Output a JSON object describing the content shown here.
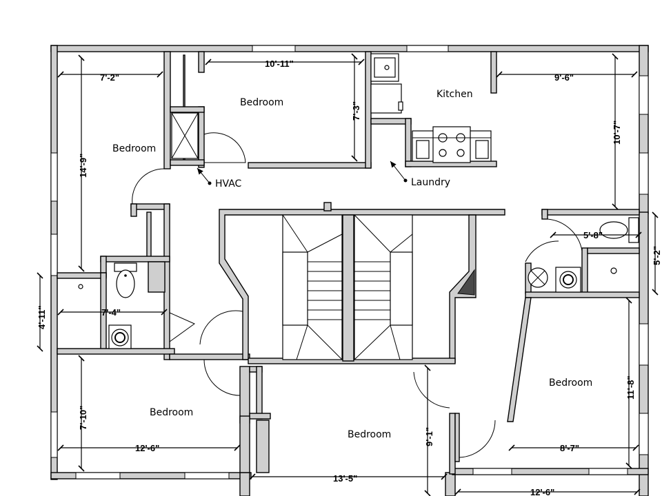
{
  "rooms": {
    "bedroom_nw": "Bedroom",
    "bedroom_n": "Bedroom",
    "kitchen": "Kitchen",
    "bedroom_sw": "Bedroom",
    "bedroom_s": "Bedroom",
    "bedroom_se": "Bedroom"
  },
  "labels": {
    "hvac": "HVAC",
    "laundry": "Laundry"
  },
  "dimensions": {
    "d_7_2": "7'-2\"",
    "d_10_11": "10'-11\"",
    "d_9_6": "9'-6\"",
    "d_7_3": "7'-3\"",
    "d_14_9": "14'-9\"",
    "d_10_7": "10'-7\"",
    "d_5_8": "5'-8\"",
    "d_5_2": "5'-2\"",
    "d_4_11": "4'-11\"",
    "d_7_4": "7'-4\"",
    "d_7_10": "7'-10\"",
    "d_12_6_w": "12'-6\"",
    "d_13_5": "13'-5\"",
    "d_9_1": "9'-1\"",
    "d_11_8": "11'-8\"",
    "d_8_7": "8'-7\"",
    "d_12_6_e": "12'-6\""
  }
}
